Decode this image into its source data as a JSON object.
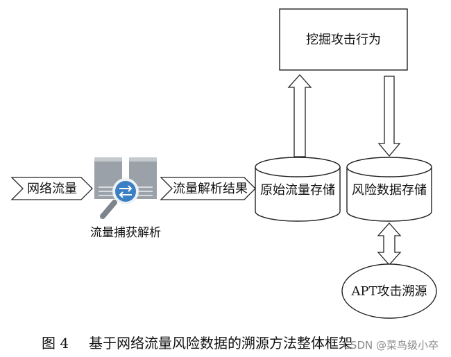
{
  "diagram": {
    "attack_box_label": "挖掘攻击行为",
    "input_arrow_label": "网络流量",
    "capture_label": "流量捕获解析",
    "result_arrow_label": "流量解析结果",
    "raw_storage_label": "原始流量存储",
    "risk_storage_label": "风险数据存储",
    "apt_label": "APT攻击溯源"
  },
  "caption": {
    "figure_no": "图 4",
    "title": "基于网络流量风险数据的溯源方法整体框架"
  },
  "watermark": "CSDN @菜鸟级小卒",
  "colors": {
    "stroke": "#222222",
    "server_gray": "#9aa1a8",
    "server_light": "#c4c9ce",
    "magnifier_blue": "#3b7fc4"
  }
}
